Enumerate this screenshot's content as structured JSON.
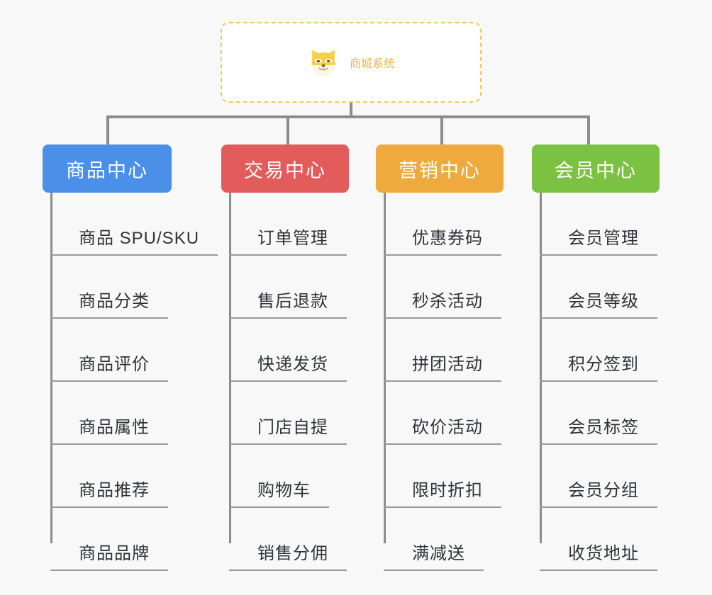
{
  "diagram": {
    "background_color": "#f8f8f8",
    "root": {
      "title": "商城系统",
      "icon": "shiba-dog-icon",
      "title_color": "#f0b33a",
      "border_color": "#f6c659"
    },
    "connector_color": "#8c8c8c",
    "columns": [
      {
        "label": "商品中心",
        "color": "#4a90e8",
        "items": [
          "商品 SPU/SKU",
          "商品分类",
          "商品评价",
          "商品属性",
          "商品推荐",
          "商品品牌"
        ]
      },
      {
        "label": "交易中心",
        "color": "#e35c5c",
        "items": [
          "订单管理",
          "售后退款",
          "快递发货",
          "门店自提",
          "购物车",
          "销售分佣"
        ]
      },
      {
        "label": "营销中心",
        "color": "#eeaa3c",
        "items": [
          "优惠券码",
          "秒杀活动",
          "拼团活动",
          "砍价活动",
          "限时折扣",
          "满减送"
        ]
      },
      {
        "label": "会员中心",
        "color": "#7cc242",
        "items": [
          "会员管理",
          "会员等级",
          "积分签到",
          "会员标签",
          "会员分组",
          "收货地址"
        ]
      }
    ]
  }
}
